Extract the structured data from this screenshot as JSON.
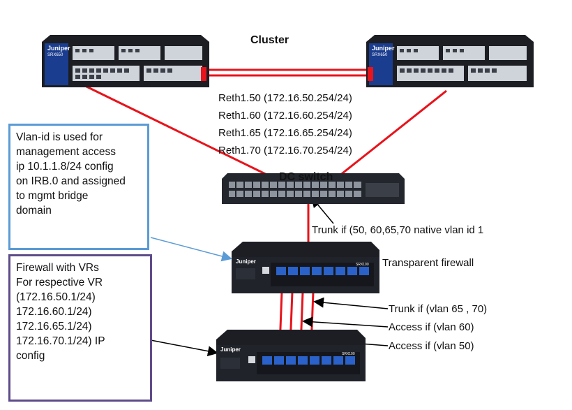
{
  "title": "Cluster",
  "reth_interfaces": [
    "Reth1.50 (172.16.50.254/24)",
    "Reth1.60 (172.16.60.254/24)",
    "Reth1.65 (172.16.65.254/24)",
    "Reth1.70 (172.16.70.254/24)"
  ],
  "dc_switch_label": "DC switch",
  "trunk_top_label": "Trunk if (50, 60,65,70 native vlan id 1",
  "transparent_fw_label": "Transparent firewall",
  "link_labels": [
    "Trunk if   (vlan 65 , 70)",
    "Access if (vlan 60)",
    "Access if (vlan 50)"
  ],
  "mgmt_note": [
    "Vlan-id is used for",
    "management access",
    "ip 10.1.1.8/24 config",
    "on IRB.0 and assigned",
    "to mgmt bridge",
    "domain"
  ],
  "vr_note": [
    "Firewall with VRs",
    "For respective VR",
    "(172.16.50.1/24)",
    "172.16.60.1/24)",
    "172.16.65.1/24)",
    "172.16.70.1/24) IP",
    "config"
  ],
  "device_brand": "Juniper",
  "srx_model_top": "SRX650",
  "srx_model_small": "SRX100",
  "colors": {
    "link_red": "#e8131b",
    "mgmt_box": "#5b9bd5",
    "vr_box": "#5e4c8a",
    "device_dark": "#1c1e24",
    "device_blue": "#1a3d8f",
    "port_blue": "#2a62c9"
  }
}
